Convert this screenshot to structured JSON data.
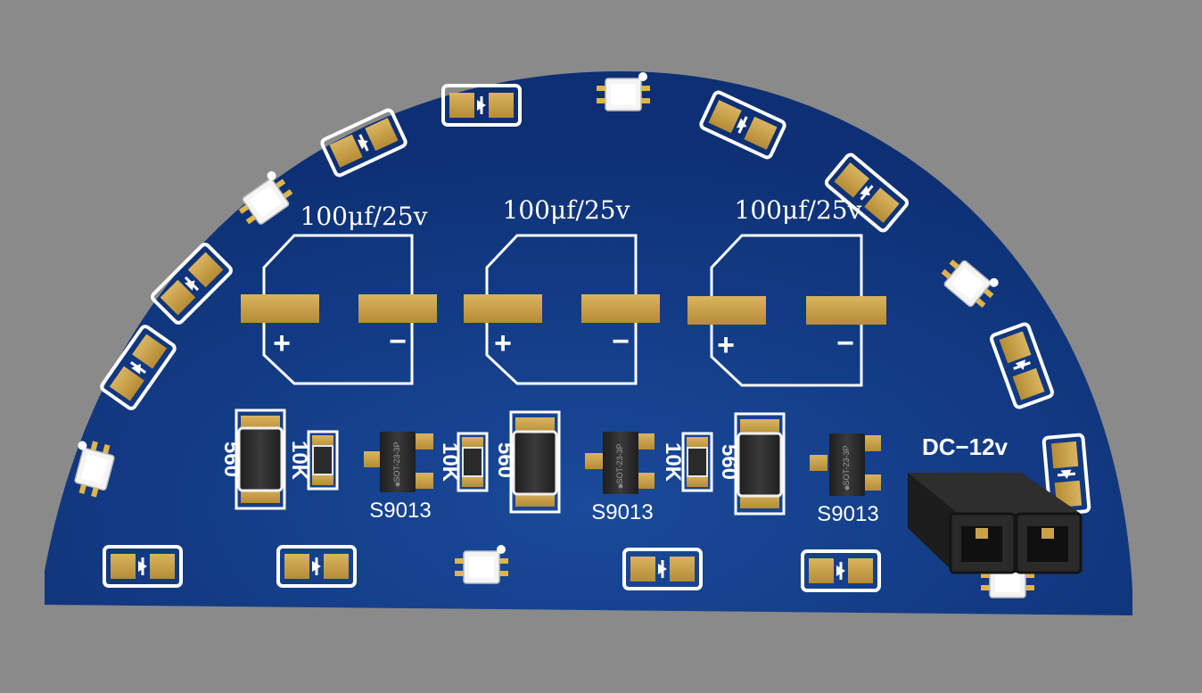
{
  "colors": {
    "background": "#8a8a8a",
    "board": "#0d2f73",
    "board_highlight": "#1a4a9a",
    "silkscreen": "#ffffff",
    "pad_gold": "#c9a24a",
    "component_black": "#262626",
    "led_white": "#f4f4f4"
  },
  "board": {
    "capacitors": [
      {
        "label": "100μf/25v",
        "plus": "+",
        "minus": "−"
      },
      {
        "label": "100μf/25v",
        "plus": "+",
        "minus": "−"
      },
      {
        "label": "100μf/25v",
        "plus": "+",
        "minus": "−"
      }
    ],
    "resistors": [
      {
        "label": "560"
      },
      {
        "label": "10K"
      },
      {
        "label": "10K"
      },
      {
        "label": "560"
      },
      {
        "label": "10K"
      },
      {
        "label": "560"
      }
    ],
    "transistors": [
      {
        "label": "S9013",
        "package": "SOT-23-3P"
      },
      {
        "label": "S9013",
        "package": "SOT-23-3P"
      },
      {
        "label": "S9013",
        "package": "SOT-23-3P"
      }
    ],
    "connector": {
      "label": "DC−12v"
    }
  }
}
